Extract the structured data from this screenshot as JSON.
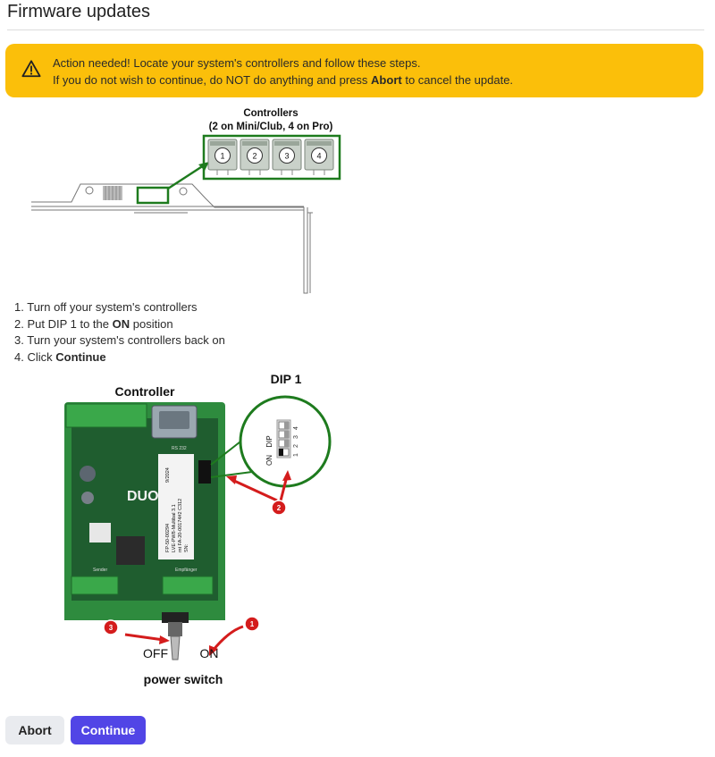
{
  "page": {
    "title": "Firmware updates"
  },
  "alert": {
    "icon": "warning-triangle-icon",
    "color": "#fbbf0a",
    "line1": "Action needed! Locate your system's controllers and follow these steps.",
    "line2_prefix": "If you do not wish to continue, do NOT do anything and press ",
    "line2_bold": "Abort",
    "line2_suffix": " to cancel the update."
  },
  "overview_figure": {
    "title_line1": "Controllers",
    "title_line2": "(2 on Mini/Club, 4 on Pro)",
    "controller_numbers": [
      "1",
      "2",
      "3",
      "4"
    ],
    "highlight_color": "#1e7b1e"
  },
  "steps": [
    {
      "number": "1.",
      "text": "Turn off your system's controllers",
      "bold": ""
    },
    {
      "number": "2.",
      "text": "Put DIP 1 to the ",
      "bold": "ON",
      "suffix": " position"
    },
    {
      "number": "3.",
      "text": "Turn your system's controllers back on",
      "bold": ""
    },
    {
      "number": "4.",
      "text": "Click ",
      "bold": "Continue"
    }
  ],
  "controller_figure": {
    "title": "Controller",
    "dip_label": "DIP 1",
    "dip_switch_text": "DIP",
    "dip_on_text": "ON",
    "dip_numbers": [
      "1",
      "2",
      "3",
      "4"
    ],
    "port_label": "RS 232",
    "brand": "DUO",
    "sticker_lines": [
      "9/2024",
      "LVE-PW8-Multibal 3.1",
      "mt FA-20-00174#2 C312",
      "SN:",
      "FP-50-00294"
    ],
    "bottom_left_label": "Sender",
    "bottom_right_label": "Empfänger",
    "callouts": [
      "1",
      "2",
      "3"
    ],
    "off_label": "OFF",
    "on_label": "ON",
    "switch_caption": "power switch"
  },
  "buttons": {
    "abort": "Abort",
    "continue": "Continue"
  }
}
